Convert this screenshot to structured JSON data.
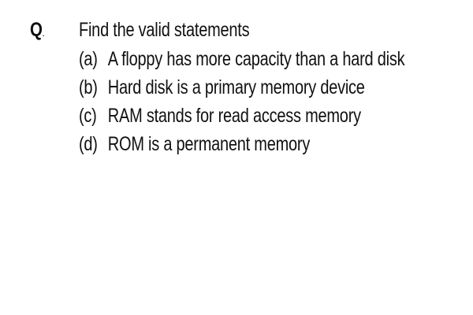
{
  "question": {
    "label": "Q",
    "label_suffix": ".",
    "stem": "Find the valid statements",
    "options": [
      {
        "letter": "(a)",
        "text": "A floppy has more capacity than a hard disk"
      },
      {
        "letter": "(b)",
        "text": "Hard disk is a primary memory device"
      },
      {
        "letter": "(c)",
        "text": "RAM stands for read access memory"
      },
      {
        "letter": "(d)",
        "text": "ROM is a permanent memory"
      }
    ]
  }
}
